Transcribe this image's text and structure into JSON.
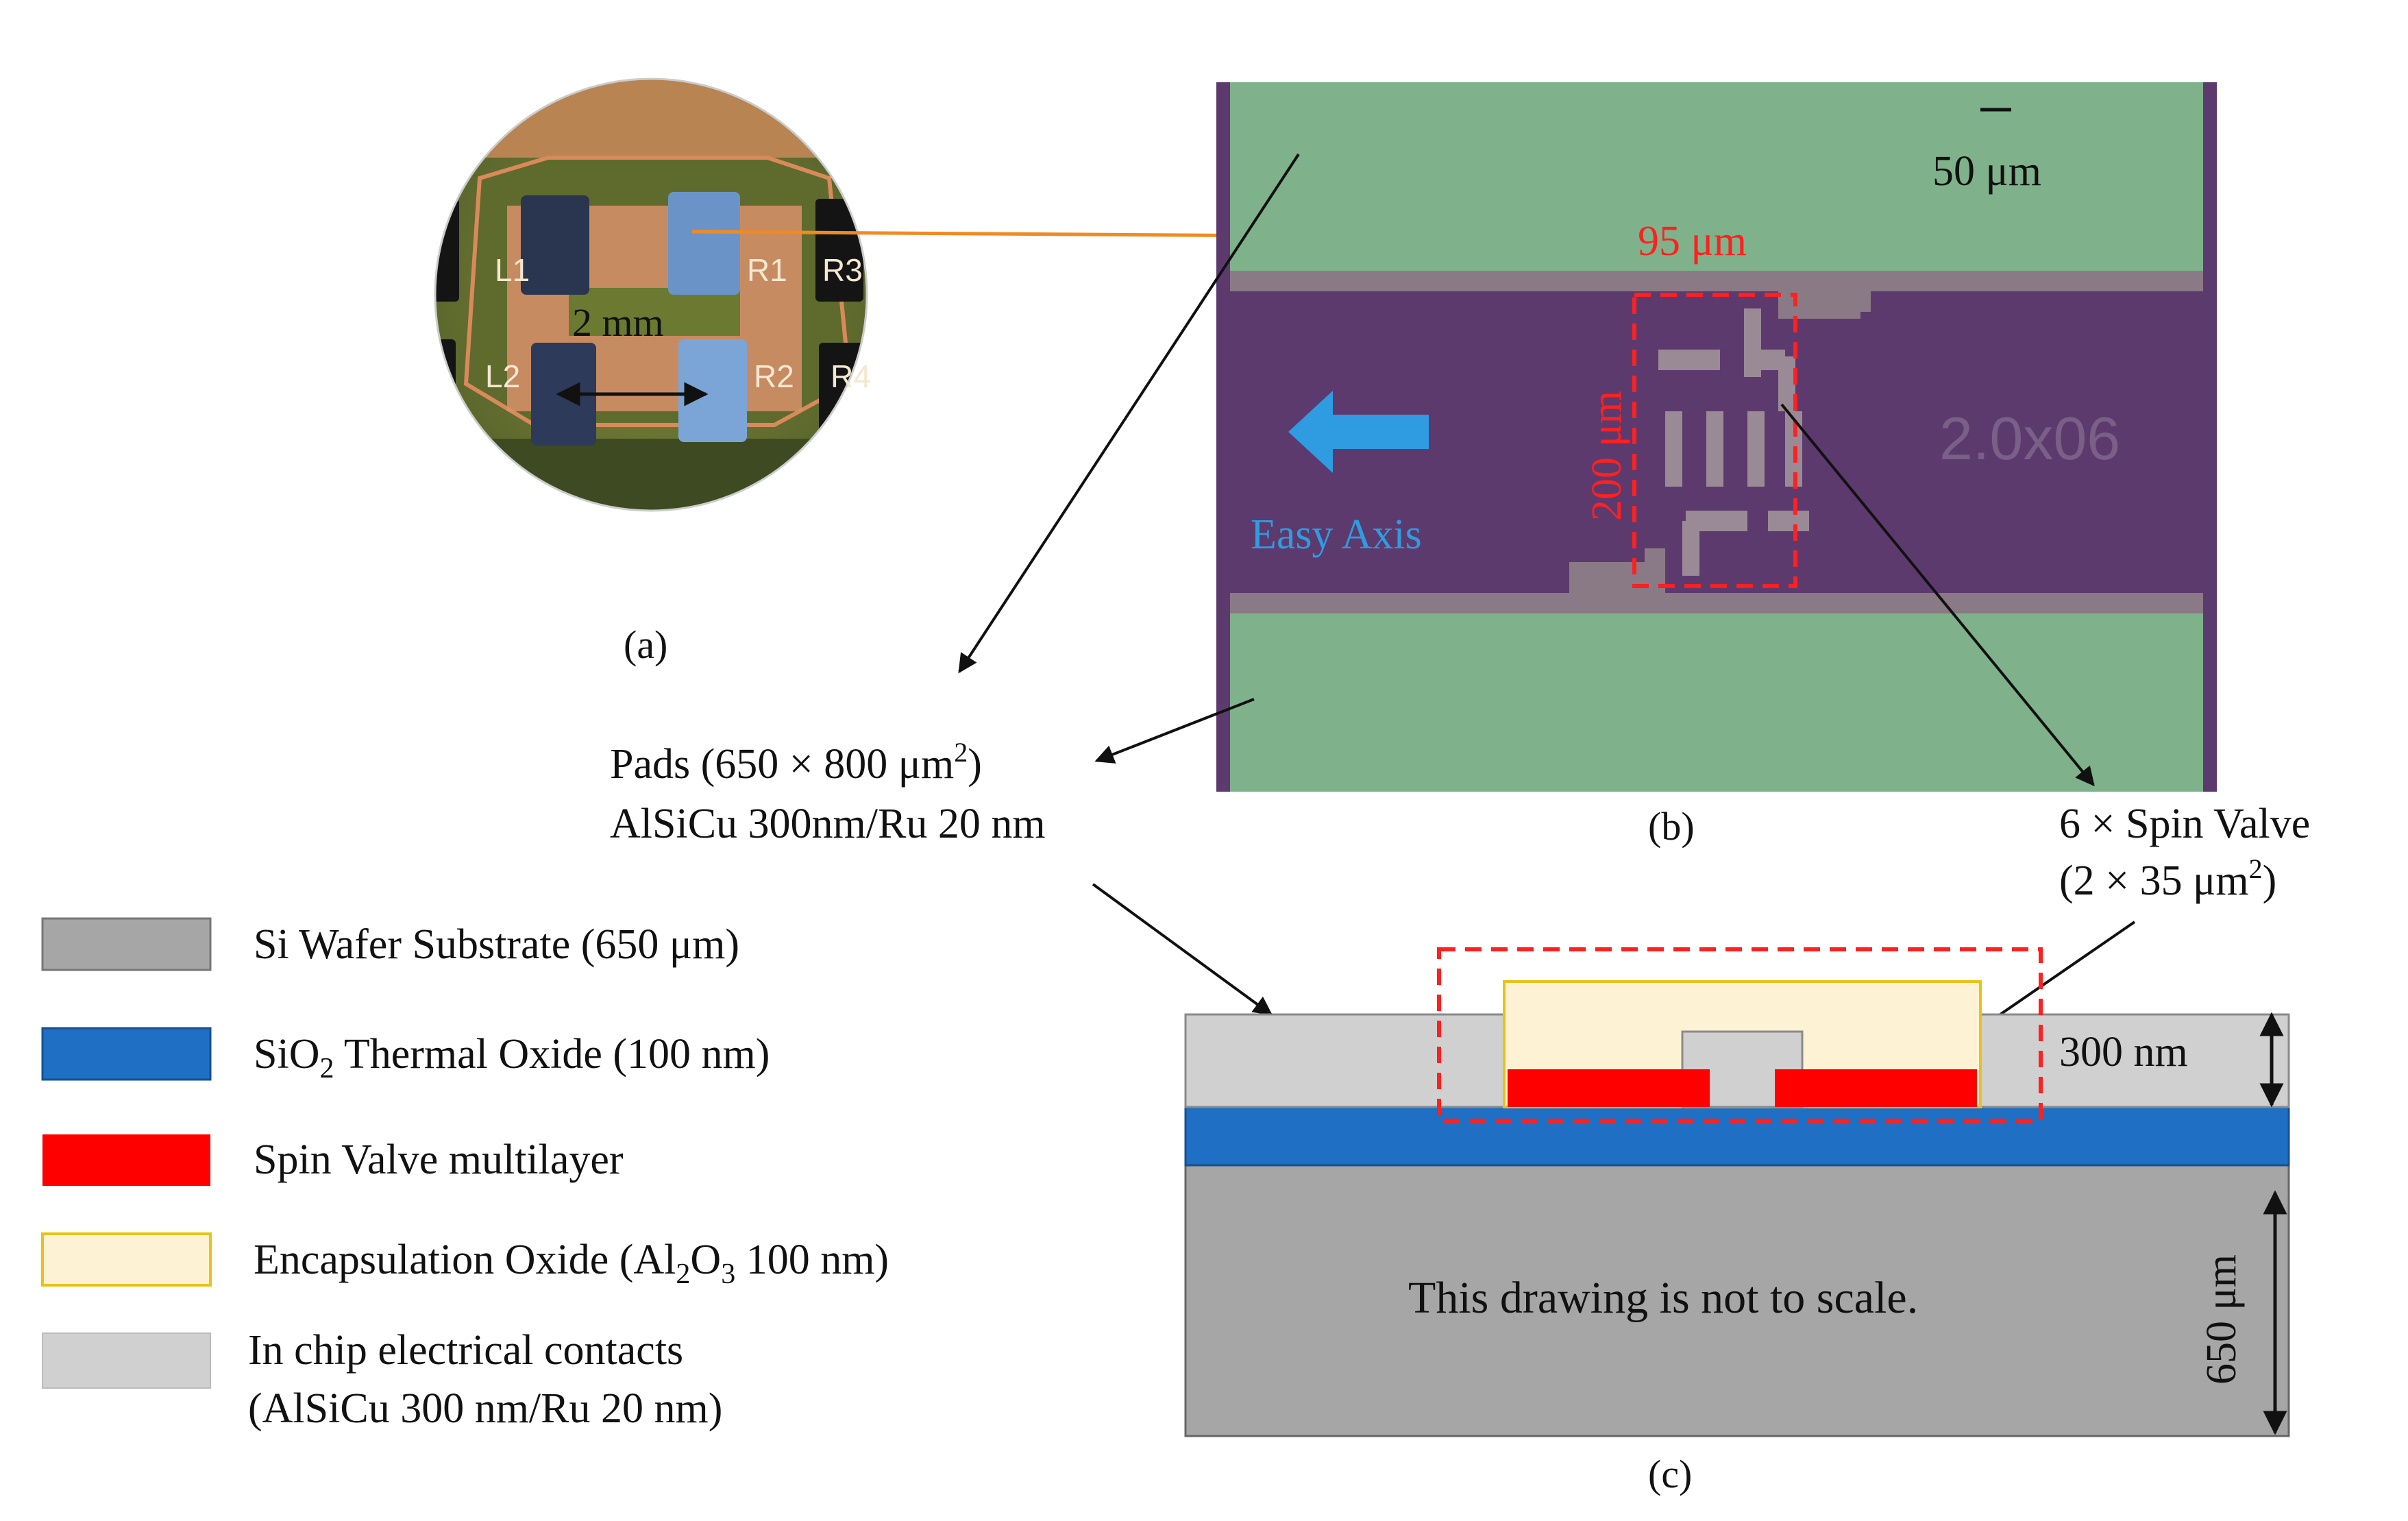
{
  "panel_a": {
    "pad_labels": [
      "L1",
      "R1",
      "L2",
      "R2",
      "R3",
      "R4"
    ],
    "scale_text": "2 mm",
    "caption": "(a)"
  },
  "panel_b": {
    "scale_bar_text": "50 μm",
    "width_text": "95 μm",
    "height_text": "200 μm",
    "chip_id": "2.0x06",
    "axis_text": "Easy Axis",
    "caption": "(b)"
  },
  "callouts": {
    "pads_line1_base": "Pads (650 × 800 μm",
    "pads_line1_sup": "2",
    "pads_line1_end": ")",
    "pads_line2": "AlSiCu 300nm/Ru 20 nm",
    "sv_line1": "6 × Spin Valve",
    "sv_line2_base": "(2 × 35 μm",
    "sv_line2_sup": "2",
    "sv_line2_end": ")"
  },
  "legend": {
    "substrate": "Si Wafer Substrate (650 μm)",
    "oxide_pre": "SiO",
    "oxide_sub": "2",
    "oxide_post": " Thermal Oxide (100 nm)",
    "spin_valve": "Spin Valve multilayer",
    "encap_pre": "Encapsulation Oxide (Al",
    "encap_sub1": "2",
    "encap_mid": "O",
    "encap_sub2": "3",
    "encap_post": " 100 nm)",
    "contacts_line1": "In chip electrical  contacts",
    "contacts_line2": "(AlSiCu 300 nm/Ru 20 nm)"
  },
  "panel_c": {
    "thickness_300": "300 nm",
    "thickness_650": "650 μm",
    "note": "This drawing is not to scale.",
    "caption": "(c)"
  },
  "colors": {
    "substrate": "#a6a6a6",
    "oxide": "#1f6fc4",
    "spin_valve": "#ff0000",
    "encapsulation": "#fdf3d4",
    "encapsulation_border": "#e8c21a",
    "contacts": "#d0d0d0",
    "dashed_box": "#ff2020",
    "chip_purple": "#5c3a6e",
    "pad_green": "#7fb28a",
    "axis_blue": "#2f9be0",
    "orange_line": "#f08a24"
  }
}
